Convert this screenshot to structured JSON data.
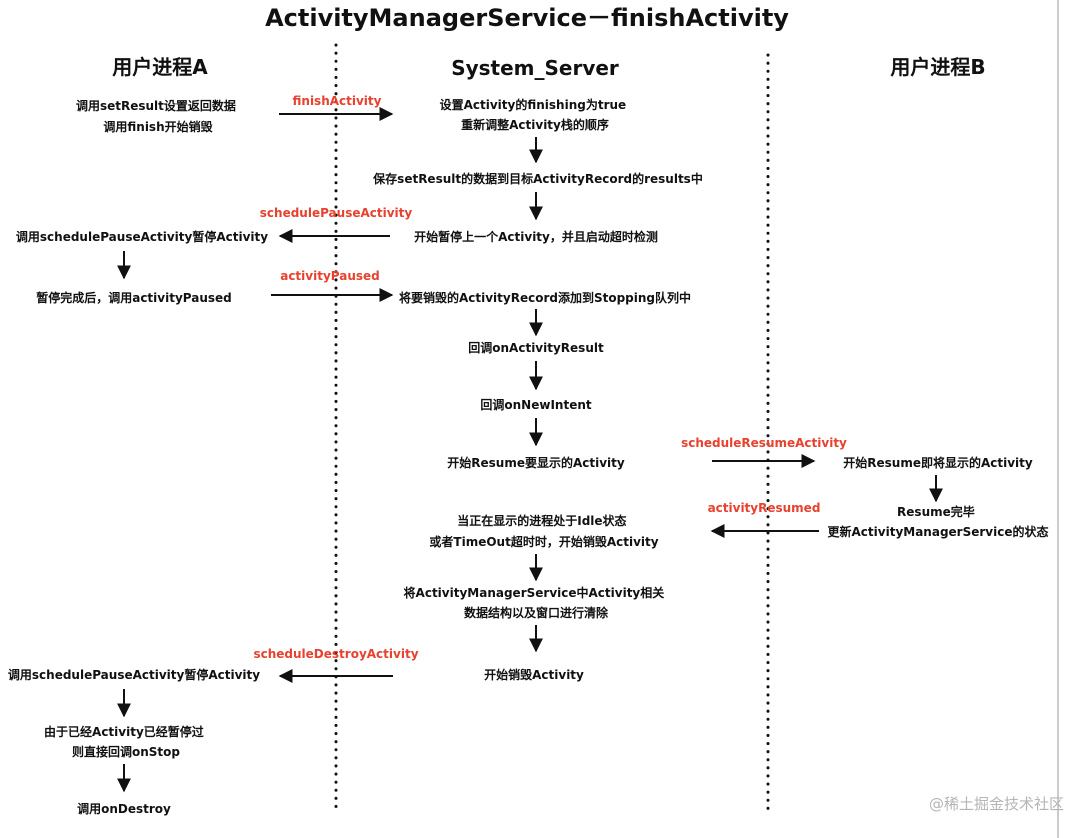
{
  "title": "ActivityManagerService－finishActivity",
  "columns": {
    "left": "用户进程A",
    "middle": "System_Server",
    "right": "用户进程B"
  },
  "steps": {
    "a_setresult": [
      "调用setResult设置返回数据",
      "调用finish开始销毁"
    ],
    "s_finishing": [
      "设置Activity的finishing为true",
      "重新调整Activity栈的顺序"
    ],
    "s_save_results": [
      "保存setResult的数据到目标ActivityRecord的results中"
    ],
    "s_pause_prev": [
      "开始暂停上一个Activity，并且启动超时检测"
    ],
    "a_schedule_pause": [
      "调用schedulePauseActivity暂停Activity"
    ],
    "a_paused_done": [
      "暂停完成后，调用activityPaused"
    ],
    "s_add_stopping": [
      "将要销毁的ActivityRecord添加到Stopping队列中"
    ],
    "s_on_result": [
      "回调onActivityResult"
    ],
    "s_on_new_intent": [
      "回调onNewIntent"
    ],
    "s_start_resume": [
      "开始Resume要显示的Activity"
    ],
    "b_start_resume": [
      "开始Resume即将显示的Activity"
    ],
    "b_resume_done": [
      "Resume完毕",
      "更新ActivityManagerService的状态"
    ],
    "s_idle_destroy": [
      "当正在显示的进程处于Idle状态",
      "或者TimeOut超时时，开始销毁Activity"
    ],
    "s_cleanup": [
      "将ActivityManagerService中Activity相关",
      "数据结构以及窗口进行清除"
    ],
    "s_begin_destroy": [
      "开始销毁Activity"
    ],
    "a_schedule_pause_2": [
      "调用schedulePauseActivity暂停Activity"
    ],
    "a_already_paused": [
      "由于已经Activity已经暂停过",
      "则直接回调onStop"
    ],
    "a_on_destroy": [
      "调用onDestroy"
    ]
  },
  "calls": {
    "finish": "finishActivity",
    "schedule_pause": "schedulePauseActivity",
    "activity_paused": "activityPaused",
    "schedule_resume": "scheduleResumeActivity",
    "activity_resumed": "activityResumed",
    "schedule_destroy": "scheduleDestroyActivity"
  },
  "watermark": "@稀土掘金技术社区",
  "colors": {
    "call_label": "#e8412e",
    "arrow": "#111111",
    "background": "#ffffff"
  }
}
